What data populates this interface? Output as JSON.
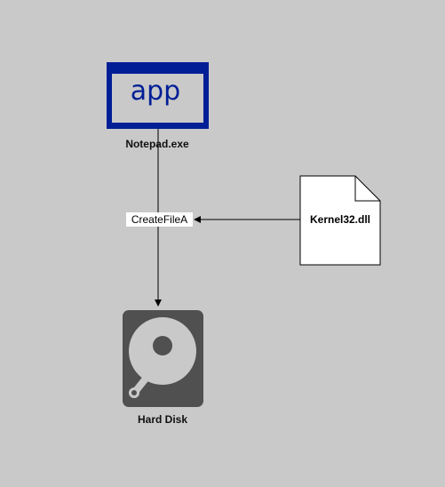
{
  "colors": {
    "background": "#c9c9c9",
    "app_frame": "#001e96",
    "disk_body": "#505050",
    "disk_platter": "#c9c9c9",
    "line": "#000000"
  },
  "nodes": {
    "app": {
      "icon_text": "app",
      "label": "Notepad.exe",
      "icon": "app-window-icon"
    },
    "dll": {
      "label": "Kernel32.dll",
      "icon": "document-icon"
    },
    "disk": {
      "label": "Hard Disk",
      "icon": "hard-disk-icon"
    }
  },
  "edges": {
    "api_call": {
      "label": "CreateFileA"
    }
  }
}
